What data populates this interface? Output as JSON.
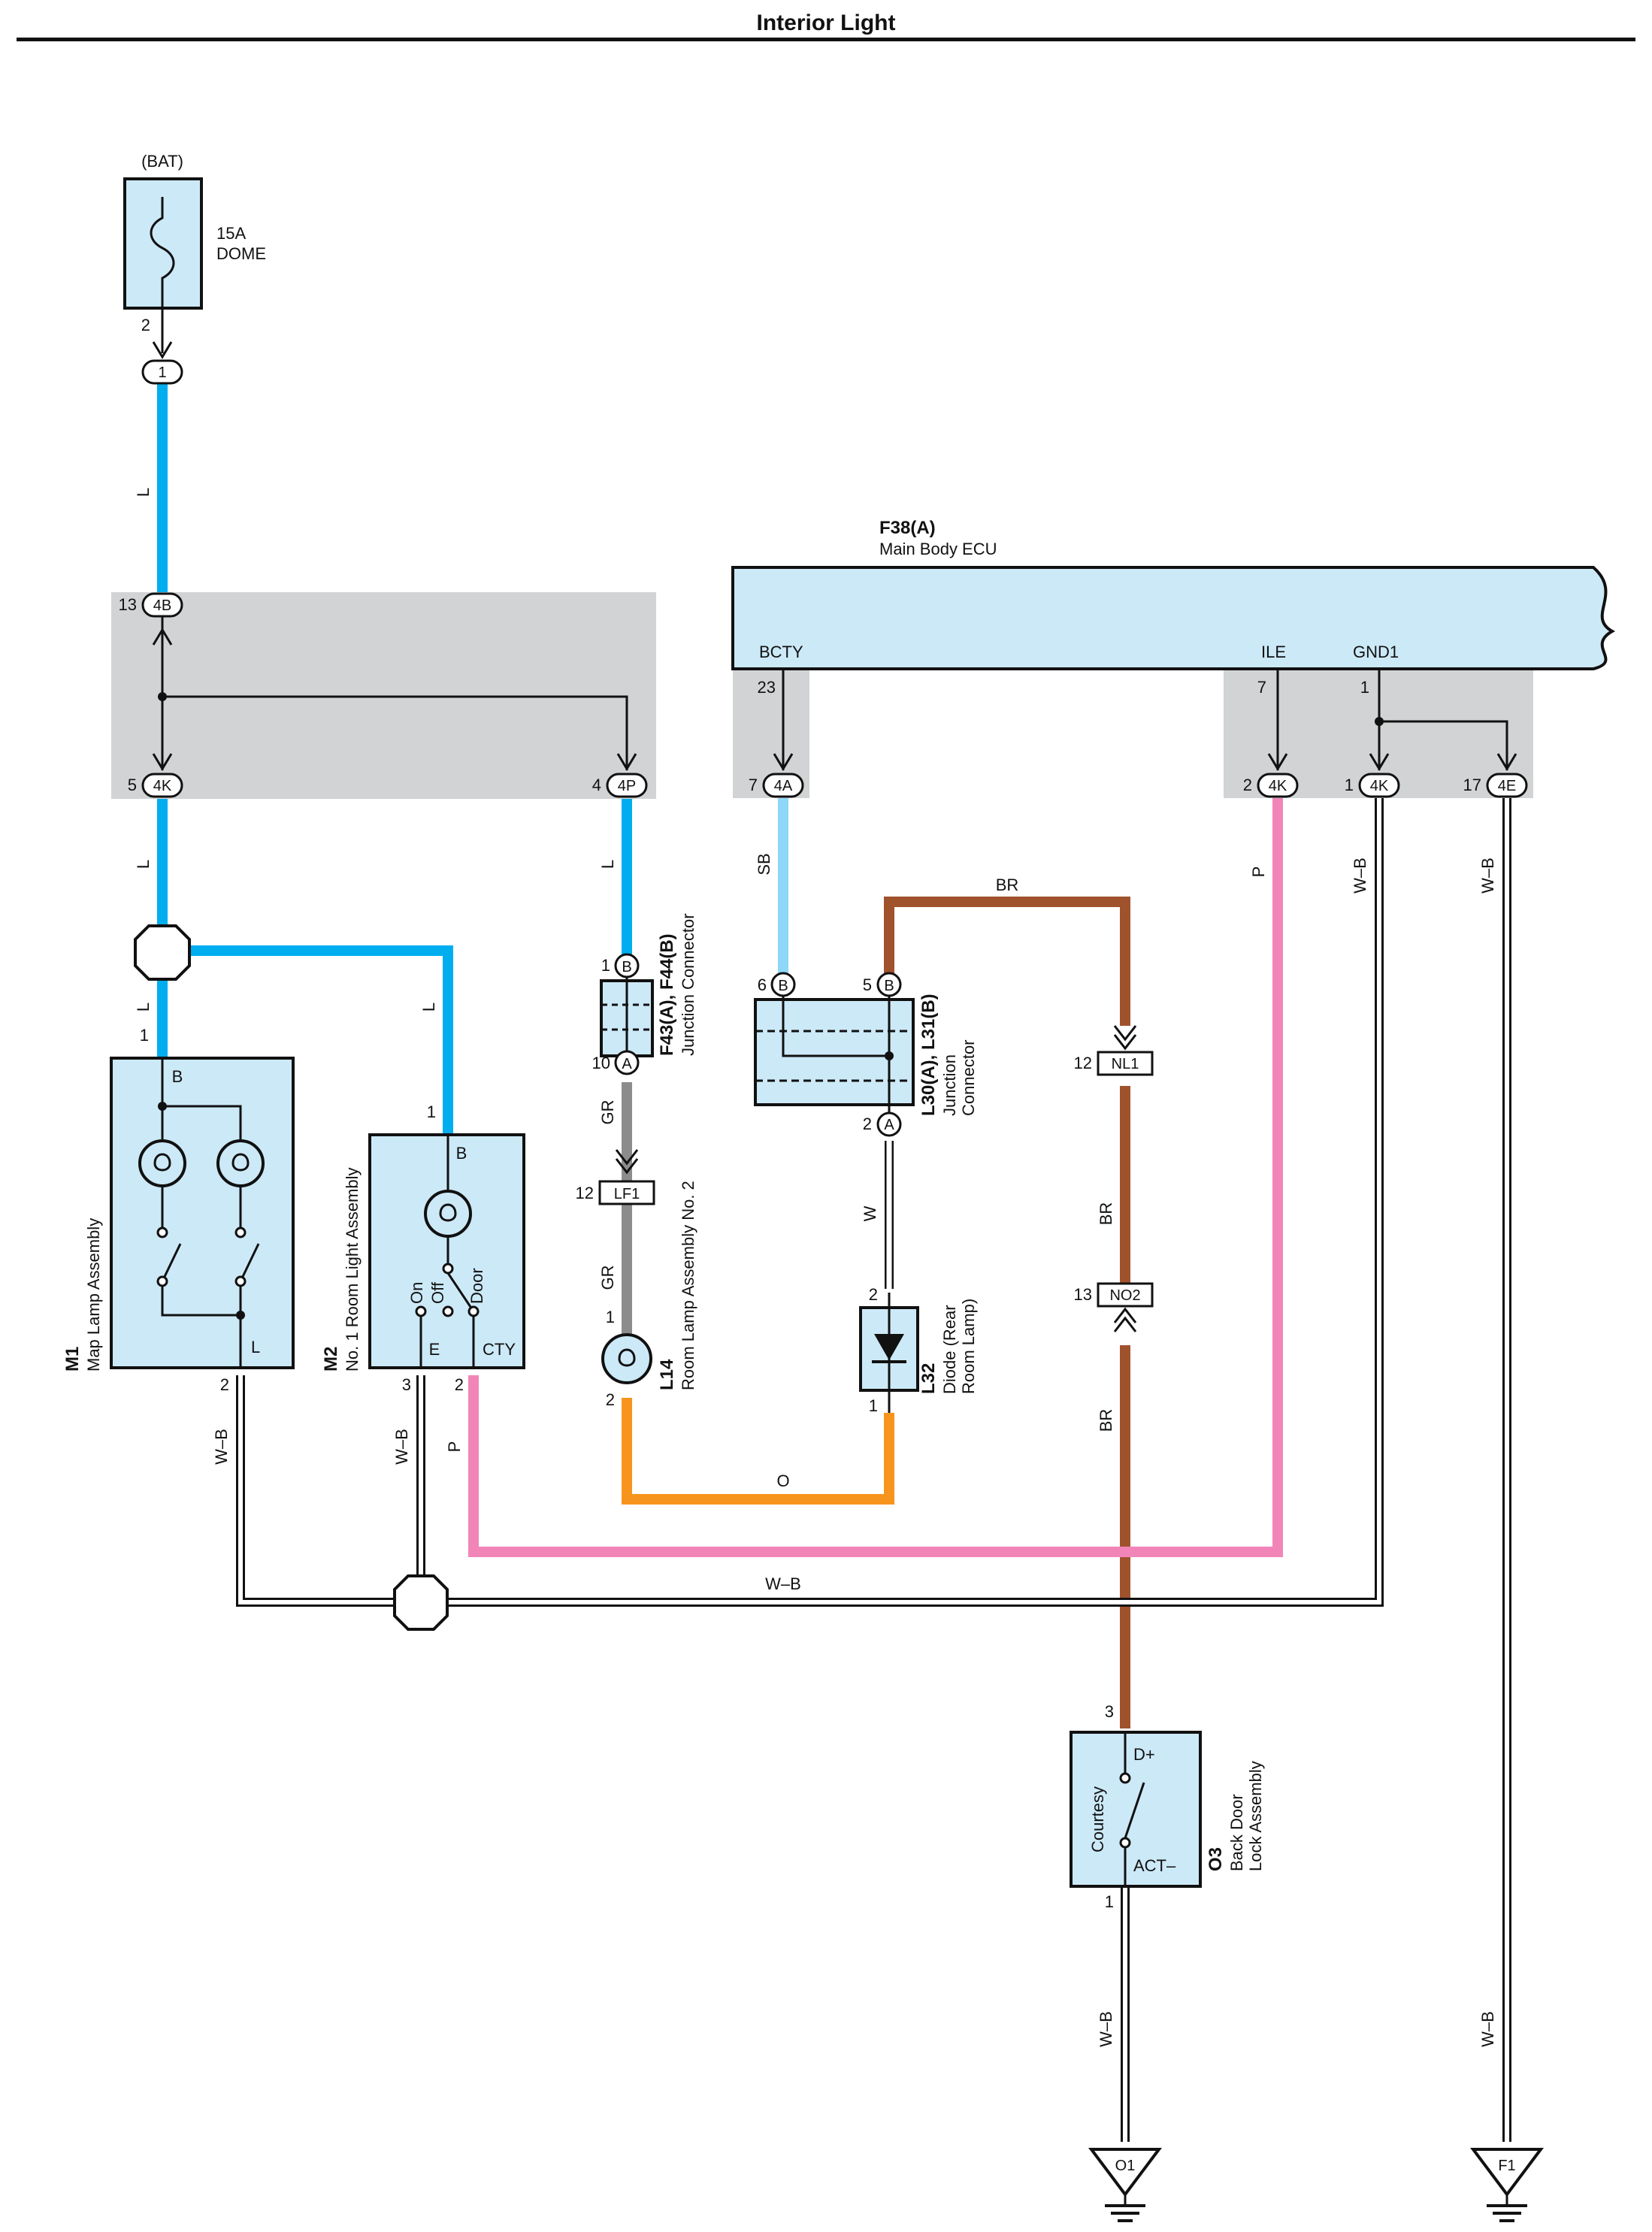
{
  "title": "Interior Light",
  "colors": {
    "L": "#00aeef",
    "SB": "#8dd8f8",
    "BR": "#a0522d",
    "P": "#f285b8",
    "O": "#f7941d",
    "GR": "#8c8c8c",
    "W-B": "#ffffff",
    "component_fill": "#cce9f7",
    "junction_block": "#d1d3d4"
  },
  "fuse": {
    "supply": "(BAT)",
    "rating": "15A",
    "name": "DOME",
    "pin_out": "2",
    "connector": "1"
  },
  "junction_block_left": {
    "in_pin": "13",
    "in_conn": "4B",
    "out1_pin": "5",
    "out1_conn": "4K",
    "out2_pin": "4",
    "out2_conn": "4P"
  },
  "ecu": {
    "code": "F38(A)",
    "name": "Main Body ECU",
    "terminals": [
      "BCTY",
      "ILE",
      "GND1"
    ],
    "bcty": {
      "pin": "23",
      "jb_pin": "7",
      "conn": "4A"
    },
    "ile": {
      "pin": "7",
      "jb_pin": "2",
      "conn": "4K"
    },
    "gnd1": {
      "pin": "1",
      "jb_pin1": "1",
      "conn1": "4K",
      "jb_pin2": "17",
      "conn2": "4E"
    }
  },
  "wire_labels": {
    "l1": "L",
    "l2": "L",
    "l3": "L",
    "l4": "L",
    "l5": "L",
    "sb": "SB",
    "br_top": "BR",
    "br_mid": "BR",
    "br_low": "BR",
    "p_right": "P",
    "p_left": "P",
    "wb1": "W–B",
    "wb2": "W–B",
    "wb_m1": "W–B",
    "wb_m2": "W–B",
    "wb_bus": "W–B",
    "wb_o3": "W–B",
    "wb_f1": "W–B",
    "gr1": "GR",
    "gr2": "GR",
    "o": "O",
    "w": "W"
  },
  "m1": {
    "code": "M1",
    "name": "Map Lamp Assembly",
    "pin_in": "1",
    "term_b": "B",
    "term_l": "L",
    "pin_out": "2"
  },
  "m2": {
    "code": "M2",
    "name": "No. 1 Room Light Assembly",
    "pin_in": "1",
    "term_b": "B",
    "pos_on": "On",
    "pos_off": "Off",
    "pos_door": "Door",
    "term_e": "E",
    "term_cty": "CTY",
    "pin_e": "3",
    "pin_cty": "2"
  },
  "jc_f43": {
    "code": "F43(A), F44(B)",
    "name": "Junction Connector",
    "pin_top": "1",
    "conn_top": "B",
    "pin_bot": "10",
    "conn_bot": "A"
  },
  "lf1": {
    "pin": "12",
    "label": "LF1"
  },
  "l14": {
    "code": "L14",
    "name": "Room Lamp Assembly No. 2",
    "pin_top": "1",
    "pin_bot": "2"
  },
  "jc_l30": {
    "code": "L30(A), L31(B)",
    "name1": "Junction",
    "name2": "Connector",
    "pin6": "6",
    "conn6": "B",
    "pin5": "5",
    "conn5": "B",
    "pin2": "2",
    "conn2": "A"
  },
  "l32": {
    "code": "L32",
    "name": "Diode (Rear",
    "name2": "Room Lamp)",
    "pin_top": "2",
    "pin_bot": "1"
  },
  "nl1": {
    "pin": "12",
    "label": "NL1"
  },
  "no2": {
    "pin": "13",
    "label": "NO2"
  },
  "o3": {
    "code": "O3",
    "name1": "Back Door",
    "name2": "Lock Assembly",
    "side": "Courtesy",
    "term_top": "D+",
    "term_bot": "ACT–",
    "pin_top": "3",
    "pin_bot": "1"
  },
  "grounds": {
    "g1": "O1",
    "g2": "F1"
  }
}
